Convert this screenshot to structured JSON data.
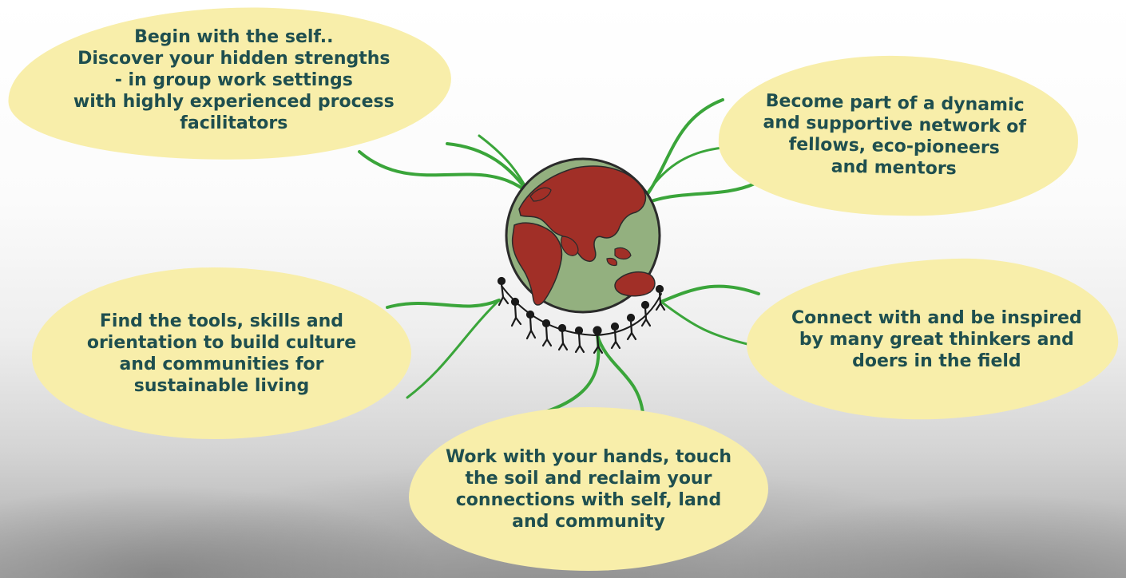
{
  "bubbles": {
    "self": "Begin with the self..\nDiscover your hidden strengths\n- in group work settings\nwith highly experienced process\nfacilitators",
    "network": "Become part of a dynamic\nand supportive network of\nfellows, eco-pioneers\nand mentors",
    "tools": "Find the tools, skills and\norientation to build culture\nand communities for\nsustainable living",
    "connect": "Connect with and be inspired\nby many great thinkers and\ndoers in the field",
    "hands": "Work with your hands, touch\nthe soil and reclaim your\nconnections with self, land\nand community"
  },
  "colors": {
    "bubble": "#f8eeaa",
    "text": "#1f4f4f",
    "stem": "#3aa53a",
    "ocean": "#93b07f",
    "land": "#a12f27",
    "outline": "#2b2b2b"
  },
  "icons": [
    "globe-icon",
    "people-chain-icon"
  ]
}
